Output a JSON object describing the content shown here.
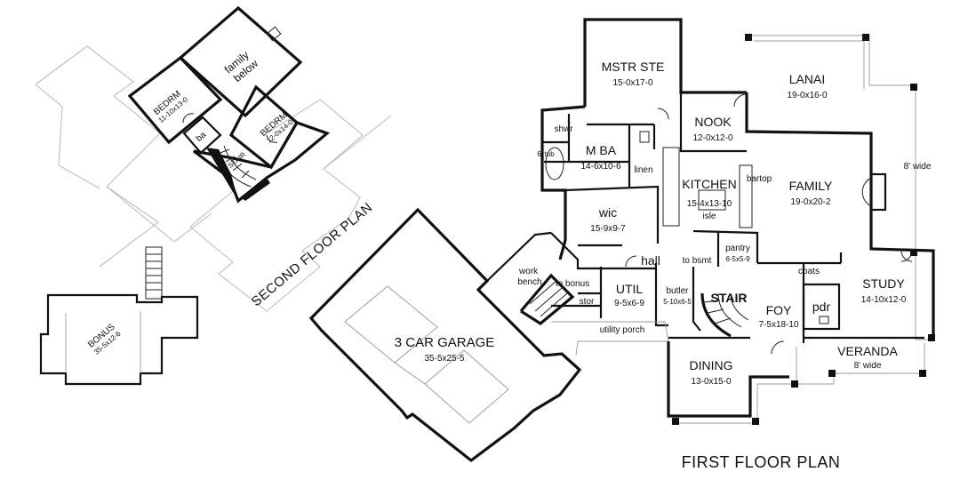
{
  "titles": {
    "first_floor": "FIRST FLOOR PLAN",
    "second_floor": "SECOND FLOOR PLAN"
  },
  "second_floor": {
    "family_below": "family\nbelow",
    "bedrm_left": {
      "name": "BEDRM",
      "dim": "11-10x13-0"
    },
    "bedrm_right": {
      "name": "BEDRM",
      "dim": "12-0x14-0"
    },
    "ba": "ba",
    "stair": "STAIR"
  },
  "bonus": {
    "name": "BONUS",
    "dim": "35-5x12-6"
  },
  "first_floor": {
    "mstr_ste": {
      "name": "MSTR STE",
      "dim": "15-0x17-0"
    },
    "shwr": "shwr",
    "tub": "6' tub",
    "m_ba": {
      "name": "M BA",
      "dim": "14-6x10-6"
    },
    "linen": "linen",
    "wic": {
      "name": "wic",
      "dim": "15-9x9-7"
    },
    "nook": {
      "name": "NOOK",
      "dim": "12-0x12-0"
    },
    "lanai": {
      "name": "LANAI",
      "dim": "19-0x16-0"
    },
    "kitchen": {
      "name": "KITCHEN",
      "dim": "15-4x13-10"
    },
    "isle": "isle",
    "bartop": "bartop",
    "family": {
      "name": "FAMILY",
      "dim": "19-0x20-2"
    },
    "eight_wide_right": "8' wide",
    "pantry": {
      "name": "pantry",
      "dim": "6-5x5-9"
    },
    "hall": "hall",
    "to_bsmt": "to bsmt",
    "work_bench": "work\nbench",
    "to_bonus": "to bonus",
    "util": {
      "name": "UTIL",
      "dim": "9-5x6-9"
    },
    "stor": "stor",
    "butler": {
      "name": "butler",
      "dim": "5-10x6-5"
    },
    "stair": "STAIR",
    "foy": {
      "name": "FOY",
      "dim": "7-5x18-10"
    },
    "coats": "coats",
    "pdr": "pdr",
    "study": {
      "name": "STUDY",
      "dim": "14-10x12-0"
    },
    "utility_porch": "utility porch",
    "garage": {
      "name": "3 CAR GARAGE",
      "dim": "35-5x25-5"
    },
    "dining": {
      "name": "DINING",
      "dim": "13-0x15-0"
    },
    "veranda": {
      "name": "VERANDA",
      "dim": "8' wide"
    }
  }
}
